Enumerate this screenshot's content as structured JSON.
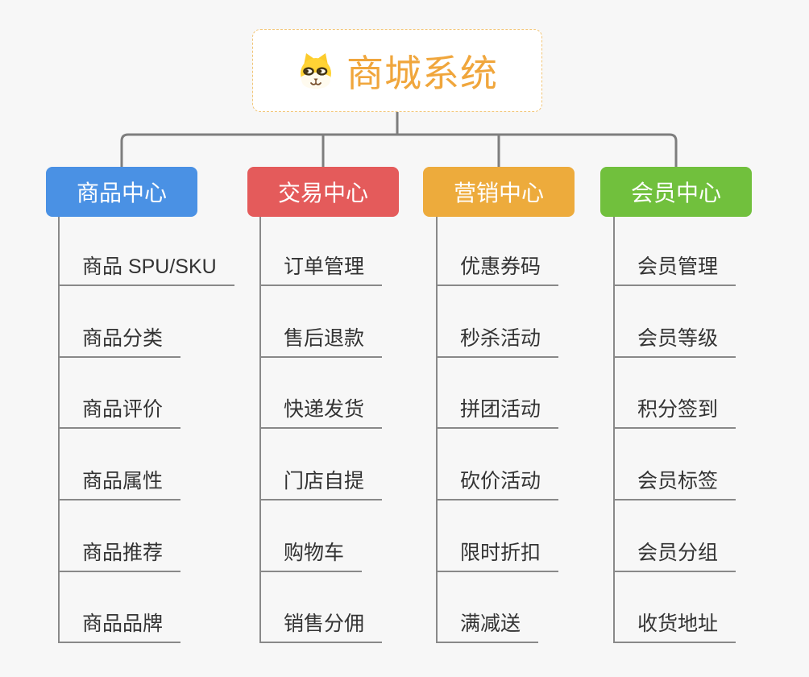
{
  "root": {
    "title": "商城系统",
    "icon": "dog-face-icon"
  },
  "branches": [
    {
      "label": "商品中心",
      "color": "#4a91e4",
      "items": [
        "商品 SPU/SKU",
        "商品分类",
        "商品评价",
        "商品属性",
        "商品推荐",
        "商品品牌"
      ]
    },
    {
      "label": "交易中心",
      "color": "#e45b5b",
      "items": [
        "订单管理",
        "售后退款",
        "快递发货",
        "门店自提",
        "购物车",
        "销售分佣"
      ]
    },
    {
      "label": "营销中心",
      "color": "#edab3c",
      "items": [
        "优惠券码",
        "秒杀活动",
        "拼团活动",
        "砍价活动",
        "限时折扣",
        "满减送"
      ]
    },
    {
      "label": "会员中心",
      "color": "#71c03d",
      "items": [
        "会员管理",
        "会员等级",
        "积分签到",
        "会员标签",
        "会员分组",
        "收货地址"
      ]
    }
  ],
  "colors": {
    "background": "#f7f7f7",
    "title_text": "#f0a63c",
    "root_border": "#f2c577",
    "connector": "#7e7e7e",
    "leaf_line": "#898989",
    "leaf_text": "#333333"
  }
}
